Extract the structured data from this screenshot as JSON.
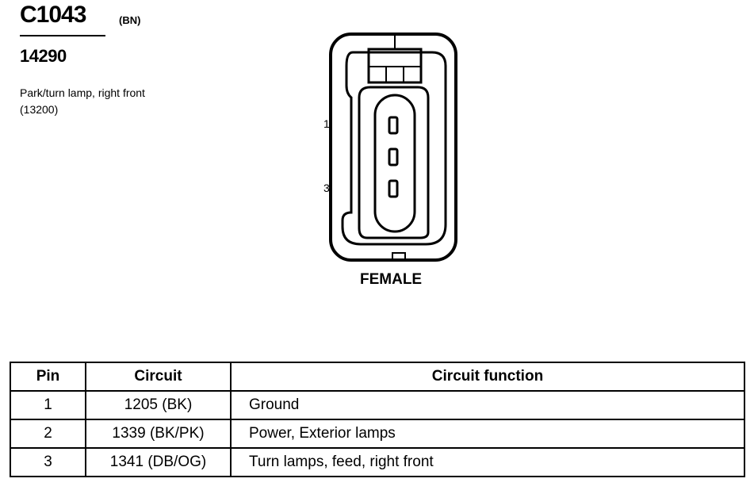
{
  "header": {
    "connector_code": "C1043",
    "connector_color": "(BN)",
    "part_number": "14290",
    "description": "Park/turn lamp, right front (13200)"
  },
  "diagram": {
    "pin_labels": [
      "1",
      "3"
    ],
    "gender": "FEMALE"
  },
  "table": {
    "headers": [
      "Pin",
      "Circuit",
      "Circuit function"
    ],
    "rows": [
      {
        "pin": "1",
        "circuit": "1205 (BK)",
        "function": "Ground"
      },
      {
        "pin": "2",
        "circuit": "1339 (BK/PK)",
        "function": "Power, Exterior lamps"
      },
      {
        "pin": "3",
        "circuit": "1341 (DB/OG)",
        "function": "Turn lamps, feed, right front"
      }
    ]
  }
}
